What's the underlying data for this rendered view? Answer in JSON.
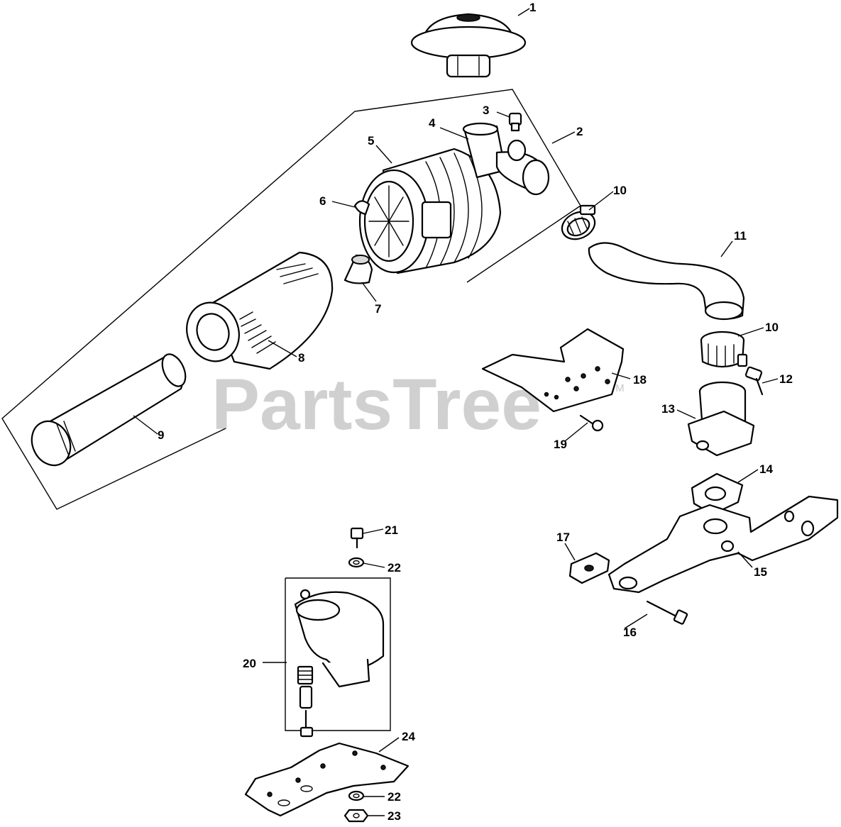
{
  "watermark": {
    "text": "PartsTree",
    "trademark": "TM"
  },
  "callouts": [
    {
      "id": "1",
      "label": "1"
    },
    {
      "id": "2",
      "label": "2"
    },
    {
      "id": "3",
      "label": "3"
    },
    {
      "id": "4",
      "label": "4"
    },
    {
      "id": "5",
      "label": "5"
    },
    {
      "id": "6",
      "label": "6"
    },
    {
      "id": "7",
      "label": "7"
    },
    {
      "id": "8",
      "label": "8"
    },
    {
      "id": "9",
      "label": "9"
    },
    {
      "id": "10a",
      "label": "10"
    },
    {
      "id": "10b",
      "label": "10"
    },
    {
      "id": "11",
      "label": "11"
    },
    {
      "id": "12",
      "label": "12"
    },
    {
      "id": "13",
      "label": "13"
    },
    {
      "id": "14",
      "label": "14"
    },
    {
      "id": "15",
      "label": "15"
    },
    {
      "id": "16",
      "label": "16"
    },
    {
      "id": "17",
      "label": "17"
    },
    {
      "id": "18",
      "label": "18"
    },
    {
      "id": "19",
      "label": "19"
    },
    {
      "id": "20",
      "label": "20"
    },
    {
      "id": "21",
      "label": "21"
    },
    {
      "id": "22a",
      "label": "22"
    },
    {
      "id": "22b",
      "label": "22"
    },
    {
      "id": "23",
      "label": "23"
    },
    {
      "id": "24",
      "label": "24"
    }
  ]
}
